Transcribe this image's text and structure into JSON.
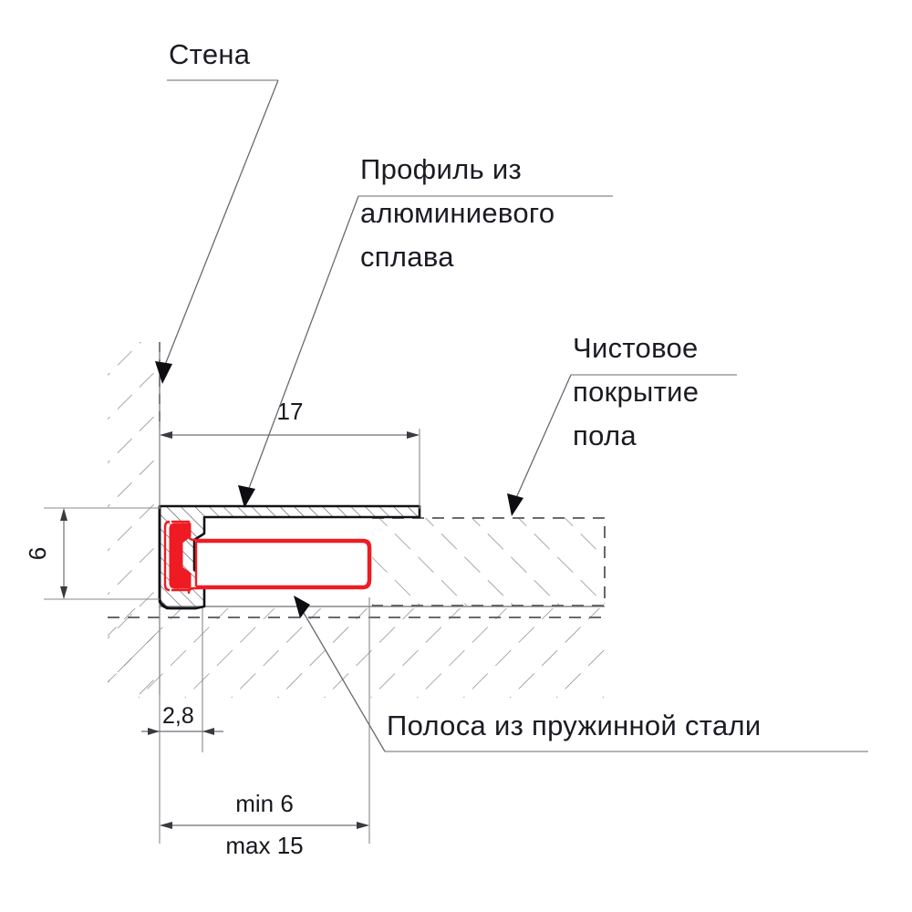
{
  "drawing": {
    "title": "Узел примыкания напольного профиля к стене",
    "background_color": "#ffffff",
    "accent_color": "#ed1c24",
    "line_color": "#1b1b23"
  },
  "labels": {
    "wall": {
      "name": "wall-label",
      "text": "Стена",
      "lines": [
        "Стена"
      ]
    },
    "profile": {
      "name": "profile-label",
      "text": "Профиль из алюминиевого сплава",
      "lines": [
        "Профиль из",
        "алюминиевого",
        "сплава"
      ]
    },
    "floor_finish": {
      "name": "floor-finish-label",
      "text": "Чистовое покрытие пола",
      "lines": [
        "Чистовое",
        "покрытие",
        "пола"
      ]
    },
    "spring_steel": {
      "name": "spring-steel-label",
      "text": "Полоса из пружинной стали",
      "lines": [
        "Полоса из пружинной стали"
      ]
    }
  },
  "dimensions": {
    "width_17": {
      "name": "dimension-17",
      "value": "17",
      "orientation": "horizontal"
    },
    "height_6": {
      "name": "dimension-6",
      "value": "6",
      "orientation": "vertical"
    },
    "thickness_28": {
      "name": "dimension-2-8",
      "value": "2,8",
      "orientation": "horizontal"
    },
    "min_depth": {
      "name": "dimension-min-6",
      "value": "min 6",
      "orientation": "horizontal"
    },
    "max_depth": {
      "name": "dimension-max-15",
      "value": "max 15",
      "orientation": "horizontal"
    }
  }
}
